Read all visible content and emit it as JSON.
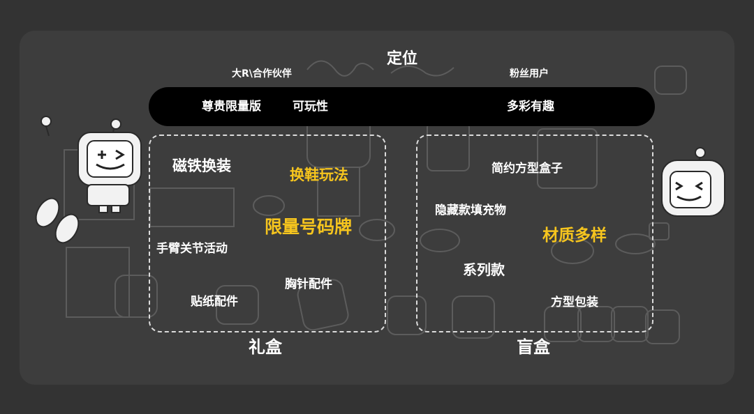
{
  "header": {
    "title": "定位",
    "left_subtitle": "大R\\合作伙伴",
    "right_subtitle": "粉丝用户"
  },
  "pill": {
    "item1": "尊贵限量版",
    "item2": "可玩性",
    "item3": "多彩有趣"
  },
  "gift_box": {
    "label": "礼盒",
    "features": {
      "magnet": "磁铁换装",
      "shoes": "换鞋玩法",
      "limited": "限量号码牌",
      "arm": "手臂关节活动",
      "pin": "胸针配件",
      "sticker": "贴纸配件"
    }
  },
  "blind_box": {
    "label": "盲盒",
    "features": {
      "simple_box": "简约方型盒子",
      "hidden": "隐藏款填充物",
      "materials": "材质多样",
      "series": "系列款",
      "packaging": "方型包装"
    }
  },
  "colors": {
    "background": "#333333",
    "panel": "#3d3d3d",
    "pill": "#000000",
    "text": "#ffffff",
    "highlight": "#f6c51e"
  }
}
